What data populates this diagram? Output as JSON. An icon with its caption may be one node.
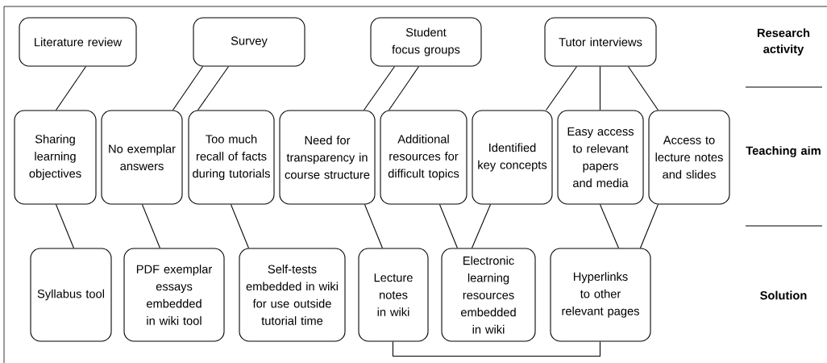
{
  "diagram": {
    "nodes": [
      {
        "text": [
          "Literature review"
        ]
      },
      {
        "text": [
          "Survey"
        ]
      },
      {
        "text": [
          "Student focus groups"
        ]
      },
      {
        "text": [
          "Tutor interviews"
        ]
      },
      {
        "text": [
          "Sharing learning objectives"
        ]
      },
      {
        "text": [
          "No exemplar answers"
        ]
      },
      {
        "text": [
          "Too much recall of facts during tutorials"
        ]
      },
      {
        "text": [
          "Need for transparency in course structure"
        ]
      },
      {
        "text": [
          "Additional resources for difficult topics"
        ]
      },
      {
        "text": [
          "Identified key concepts"
        ]
      },
      {
        "text": [
          "Easy access to relevant papers and media"
        ]
      },
      {
        "text": [
          "Access to lecture notes and slides"
        ]
      },
      {
        "text": [
          "Syllabus tool"
        ]
      },
      {
        "text": [
          "PDF exemplar essays embedded in wiki tool"
        ]
      },
      {
        "text": [
          "Self-tests embedded in wiki for use outside tutorial time"
        ]
      },
      {
        "text": [
          "Lecture notes in wiki"
        ]
      },
      {
        "text": [
          "Electronic learning resources embedded in wiki"
        ]
      },
      {
        "text": [
          "Hyperlinks to other relevant pages"
        ]
      }
    ],
    "edges": [
      {
        "from": 0,
        "to": 4,
        "arrow": "none"
      },
      {
        "from": 1,
        "to": 5,
        "arrow": "none"
      },
      {
        "from": 1,
        "to": 6,
        "arrow": "none"
      },
      {
        "from": 2,
        "to": 7,
        "arrow": "none"
      },
      {
        "from": 2,
        "to": 8,
        "arrow": "none"
      },
      {
        "from": 3,
        "to": 9,
        "arrow": "none"
      },
      {
        "from": 3,
        "to": 10,
        "arrow": "none"
      },
      {
        "from": 3,
        "to": 11,
        "arrow": "none"
      },
      {
        "from": 4,
        "to": 12,
        "arrow": "none"
      },
      {
        "from": 5,
        "to": 13,
        "arrow": "none"
      },
      {
        "from": 6,
        "to": 14,
        "arrow": "none"
      },
      {
        "from": 7,
        "to": 15,
        "arrow": "none"
      },
      {
        "from": 8,
        "to": 16,
        "arrow": "none"
      },
      {
        "from": 9,
        "to": 16,
        "arrow": "none"
      },
      {
        "from": 10,
        "to": 17,
        "arrow": "none"
      },
      {
        "from": 11,
        "to": 17,
        "arrow": "none"
      },
      {
        "from": 15,
        "to": 17,
        "arrow": "none"
      }
    ],
    "labels": [
      "Research activity",
      "Teaching aim",
      "Solution"
    ]
  }
}
